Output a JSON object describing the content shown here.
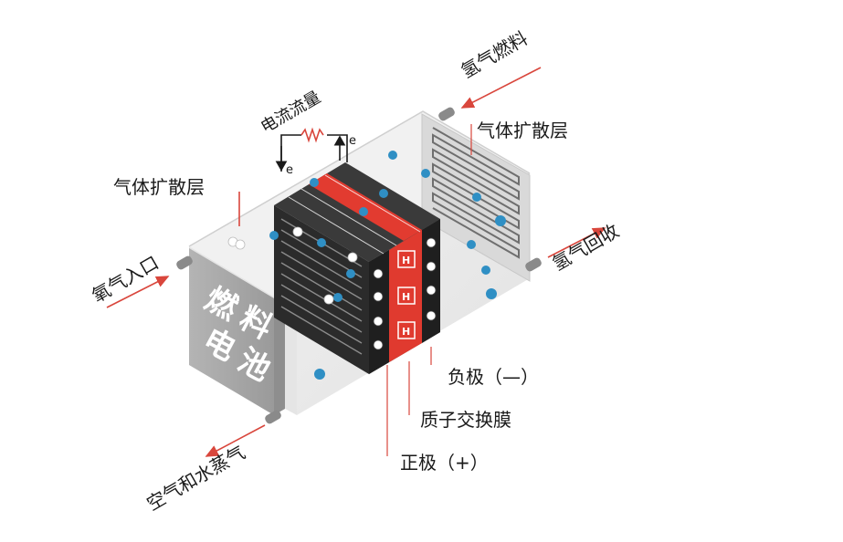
{
  "labels": {
    "hydrogen_fuel": "氢气燃料",
    "current_flow": "电流流量",
    "electron_left": "e",
    "electron_right": "e",
    "gdl_right": "气体扩散层",
    "gdl_left": "气体扩散层",
    "oxygen_inlet": "氧气入口",
    "hydrogen_recovery": "氢气回收",
    "negative_electrode": "负极（—）",
    "proton_exchange_membrane": "质子交换膜",
    "positive_electrode": "正极（+）",
    "air_and_steam": "空气和水蒸气",
    "proton_symbol": "H",
    "electron_symbol": "e"
  },
  "panel_text": [
    "燃",
    "料",
    "电",
    "池"
  ],
  "colors": {
    "arrow": "#d9463c",
    "membrane": "#e03a2f",
    "plate_dark": "#2b2b2b",
    "panel_gray": "#a9a9a9",
    "h2_particle": "#2f8fc4",
    "o2_particle": "#ffffff"
  },
  "icons": {
    "resistor": "resistor-icon",
    "electron_particle": "electron-icon",
    "proton_box": "proton-icon"
  }
}
